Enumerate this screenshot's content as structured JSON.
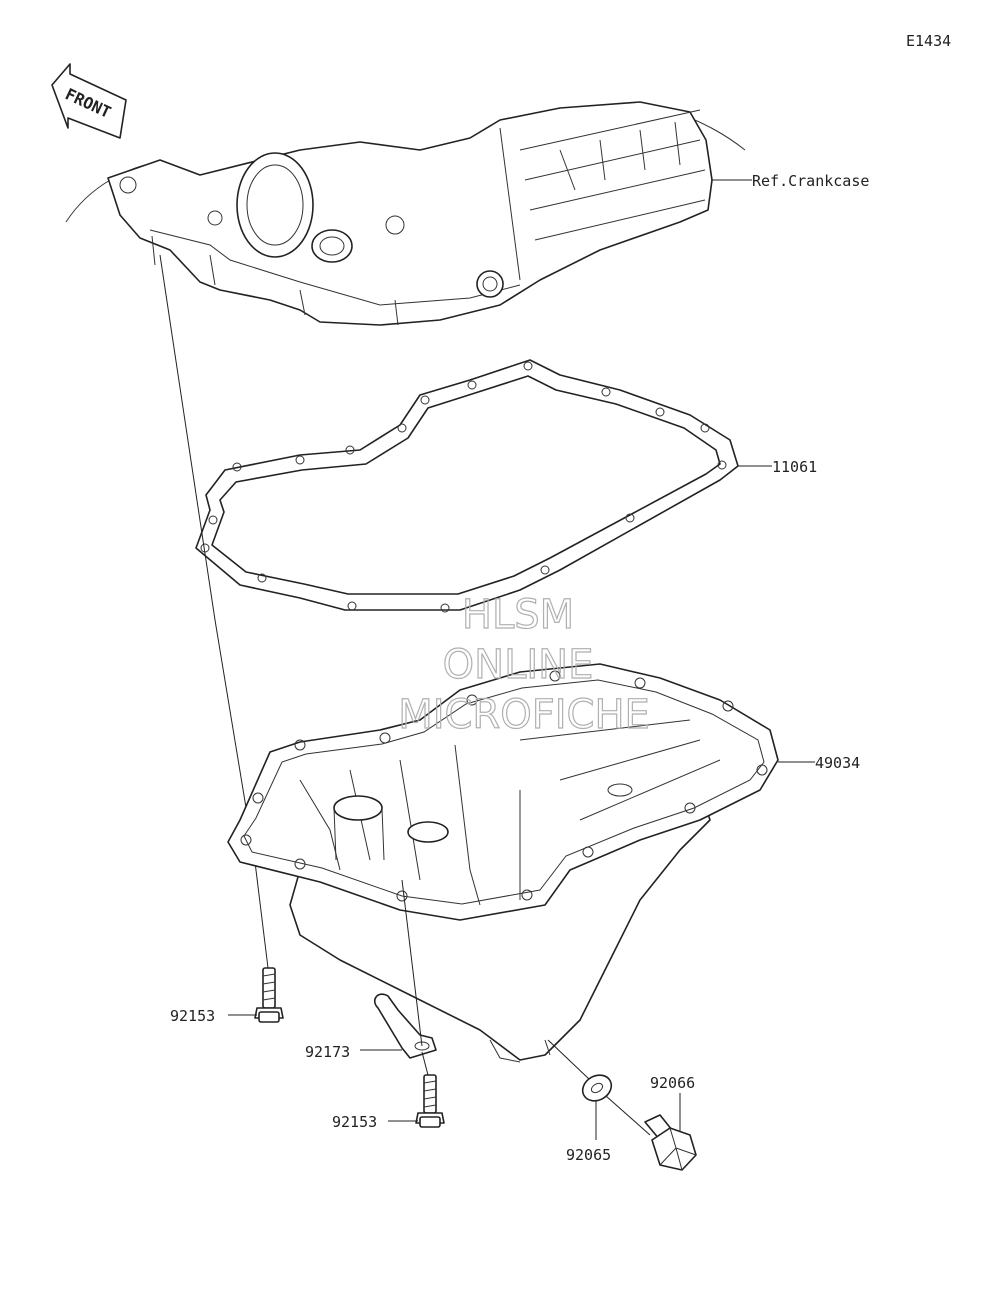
{
  "diagram_code": "E1434",
  "front_arrow_label": "FRONT",
  "watermark": {
    "line1": "HLSM",
    "line2": "ONLINE",
    "line3": "MICROFICHE"
  },
  "callouts": {
    "crankcase": "Ref.Crankcase",
    "gasket": "11061",
    "oil_pan": "49034",
    "bolt_upper": "92153",
    "clamp": "92173",
    "bolt_lower": "92153",
    "washer": "92065",
    "drain_plug": "92066"
  }
}
